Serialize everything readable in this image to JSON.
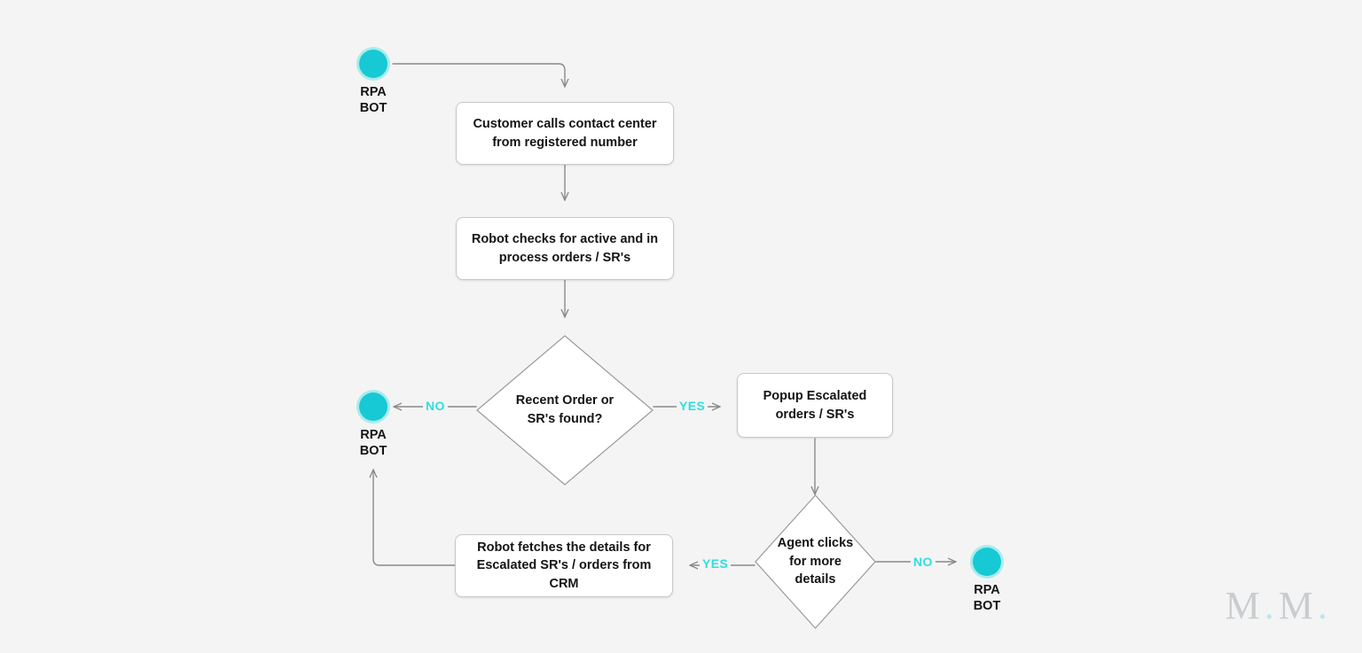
{
  "diagram": {
    "title": "RPA BOT contact-center call handling flow",
    "background_color": "#f4f4f4",
    "accent_color": "#2ce0e0",
    "node_fill": "#ffffff",
    "node_border": "#c9c9c9",
    "connector_color": "#8a8a8a"
  },
  "terminators": [
    {
      "id": "start",
      "label": "RPA\nBOT"
    },
    {
      "id": "end_left",
      "label": "RPA\nBOT"
    },
    {
      "id": "end_right",
      "label": "RPA\nBOT"
    }
  ],
  "processes": [
    {
      "id": "p1",
      "text": "Customer calls contact center from registered number"
    },
    {
      "id": "p2",
      "text": "Robot checks for active and in process orders / SR's"
    },
    {
      "id": "p3",
      "text": "Popup Escalated orders / SR's"
    },
    {
      "id": "p4",
      "text": "Robot fetches the details for Escalated SR's / orders from CRM"
    }
  ],
  "decisions": [
    {
      "id": "d1",
      "text": "Recent Order or SR's found?"
    },
    {
      "id": "d2",
      "text": "Agent clicks for more details"
    }
  ],
  "edge_labels": [
    {
      "id": "d1-no",
      "text": "NO"
    },
    {
      "id": "d1-yes",
      "text": "YES"
    },
    {
      "id": "d2-yes",
      "text": "YES"
    },
    {
      "id": "d2-no",
      "text": "NO"
    }
  ],
  "watermark": {
    "letters": "M",
    "dot": "."
  }
}
